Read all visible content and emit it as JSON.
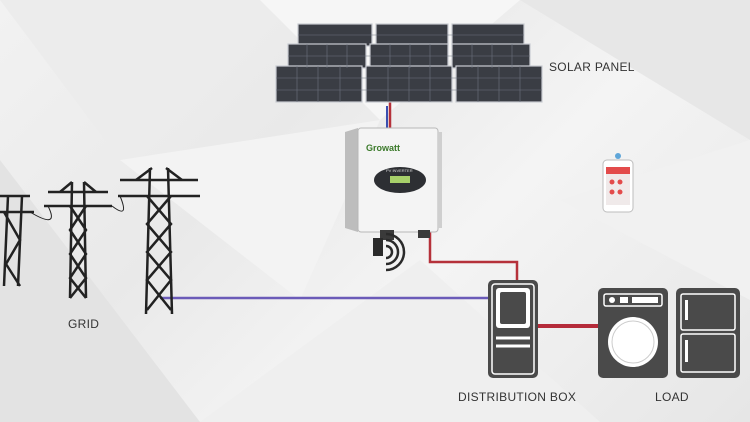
{
  "labels": {
    "solar_panel": "SOLAR PANEL",
    "grid": "GRID",
    "distribution_box": "DISTRIBUTION BOX",
    "load": "LOAD"
  },
  "inverter": {
    "brand": "Growatt",
    "screen_text": "PV INVERTER"
  },
  "colors": {
    "grid_line": "#6b5bb8",
    "dc_red": "#b5313a",
    "dc_blue": "#3a4fb0",
    "load_line": "#b52b3a",
    "appliance": "#4a4a4a",
    "panel_cell": "#3a3d44",
    "wifi": "#2a2a2a"
  },
  "icons": [
    "solar-panel-icon",
    "inverter-icon",
    "wifi-icon",
    "phone-icon",
    "pylon-icon",
    "distribution-box-icon",
    "washing-machine-icon",
    "fridge-icon"
  ]
}
